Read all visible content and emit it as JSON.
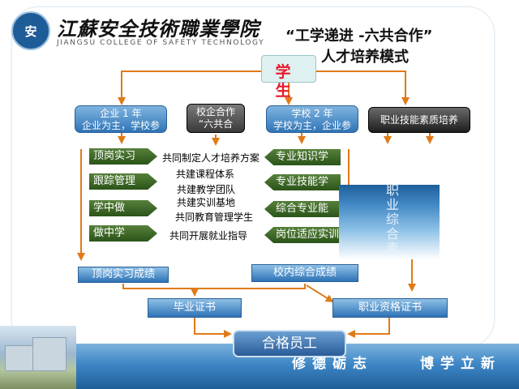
{
  "header": {
    "college_cn": "江蘇安全技術職業學院",
    "college_en": "JIANGSU COLLEGE OF SAFETY TECHNOLOGY",
    "title_line1": "“工学递进 -六共合作”",
    "title_line2": "人才培养模式"
  },
  "student": "学生",
  "top_row": {
    "enterprise_year1": {
      "line1": "企业 1 年",
      "line2": "企业为主，学校参"
    },
    "cooperation": {
      "line1": "校企合作",
      "line2": "“六共合"
    },
    "school_year2": {
      "line1": "学校 2 年",
      "line2": "学校为主，企业参"
    },
    "skills_training": "职业技能素质培养"
  },
  "left_steps": [
    "顶岗实习",
    "跟踪管理",
    "学中做",
    "做中学"
  ],
  "middle_items": [
    "共同制定人才培养方案",
    "共建课程体系",
    "共建教学团队",
    "共建实训基地",
    "共同教育管理学生",
    "共同开展就业指导"
  ],
  "right_steps": [
    "专业知识学",
    "专业技能学",
    "综合专业能",
    "岗位适应实训"
  ],
  "side_panel": "职业综合素",
  "results": {
    "internship_score": "顶岗实习成绩",
    "school_score": "校内综合成绩",
    "graduation_cert": "毕业证书",
    "qualification_cert": "职业资格证书",
    "qualified_employee": "合格员工"
  },
  "motto": {
    "left": "修德砺志",
    "right": "博学立新"
  },
  "colors": {
    "arrow": "#e07a18",
    "student_text": "#e8182a",
    "accent_blue": "#2f74b7",
    "step_green": "#3f6a2a"
  },
  "logo_text": "安"
}
